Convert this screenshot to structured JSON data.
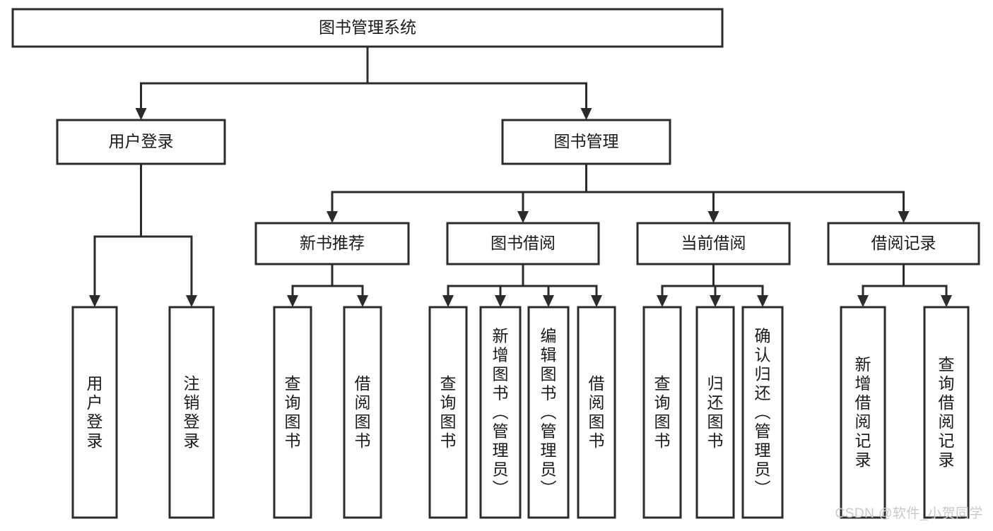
{
  "diagram": {
    "type": "tree",
    "title": "图书管理系统",
    "watermark": "CSDN @软件_小贺同学",
    "colors": {
      "box_fill": "#ffffff",
      "box_stroke": "#2b2b2b",
      "connector": "#2b2b2b",
      "text": "#1a1a1a",
      "watermark": "#c9c9c9",
      "background": "#ffffff"
    },
    "levels": {
      "root": {
        "label": "图书管理系统"
      },
      "level2": [
        {
          "label": "用户登录"
        },
        {
          "label": "图书管理"
        }
      ],
      "level3": [
        {
          "label": "新书推荐"
        },
        {
          "label": "图书借阅"
        },
        {
          "label": "当前借阅"
        },
        {
          "label": "借阅记录"
        }
      ],
      "leaves": [
        {
          "label": "用户登录",
          "parent": "用户登录"
        },
        {
          "label": "注销登录",
          "parent": "用户登录"
        },
        {
          "label": "查询图书",
          "parent": "新书推荐"
        },
        {
          "label": "借阅图书",
          "parent": "新书推荐"
        },
        {
          "label": "查询图书",
          "parent": "图书借阅"
        },
        {
          "label": "新增图书（管理员）",
          "parent": "图书借阅"
        },
        {
          "label": "编辑图书（管理员）",
          "parent": "图书借阅"
        },
        {
          "label": "借阅图书",
          "parent": "图书借阅"
        },
        {
          "label": "查询图书",
          "parent": "当前借阅"
        },
        {
          "label": "归还图书",
          "parent": "当前借阅"
        },
        {
          "label": "确认归还（管理员）",
          "parent": "当前借阅"
        },
        {
          "label": "新增借阅记录",
          "parent": "借阅记录"
        },
        {
          "label": "查询借阅记录",
          "parent": "借阅记录"
        }
      ]
    }
  }
}
